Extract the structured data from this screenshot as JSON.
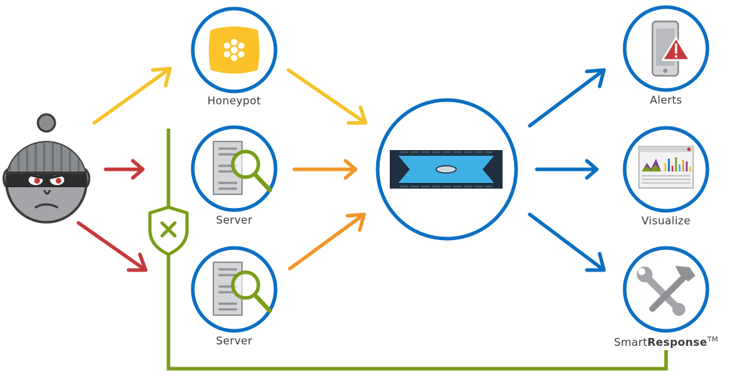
{
  "labels": {
    "honeypot": "Honeypot",
    "server_top": "Server",
    "server_bottom": "Server",
    "alerts": "Alerts",
    "visualize": "Visualize",
    "smart_prefix": "Smart",
    "smart_bold": "Response",
    "smart_tm": "TM"
  },
  "colors": {
    "circle_ring": "#0b6fc2",
    "arrow_yellow": "#f5c22a",
    "arrow_orange": "#f0962a",
    "arrow_red": "#c6383a",
    "arrow_blue": "#0b6fc2",
    "defense_line": "#7a9d19",
    "honeypot_fill": "#fbc22a",
    "appliance_blue": "#3fb0e6",
    "appliance_dark": "#1f2f3f"
  },
  "icons": {
    "attacker": "burglar-icon",
    "honeypot": "honeypot-icon",
    "server": "server-search-icon",
    "appliance": "network-appliance-icon",
    "alerts": "mobile-alert-icon",
    "visualize": "dashboard-chart-icon",
    "smartresponse": "tools-icon",
    "shield": "shield-block-icon"
  }
}
